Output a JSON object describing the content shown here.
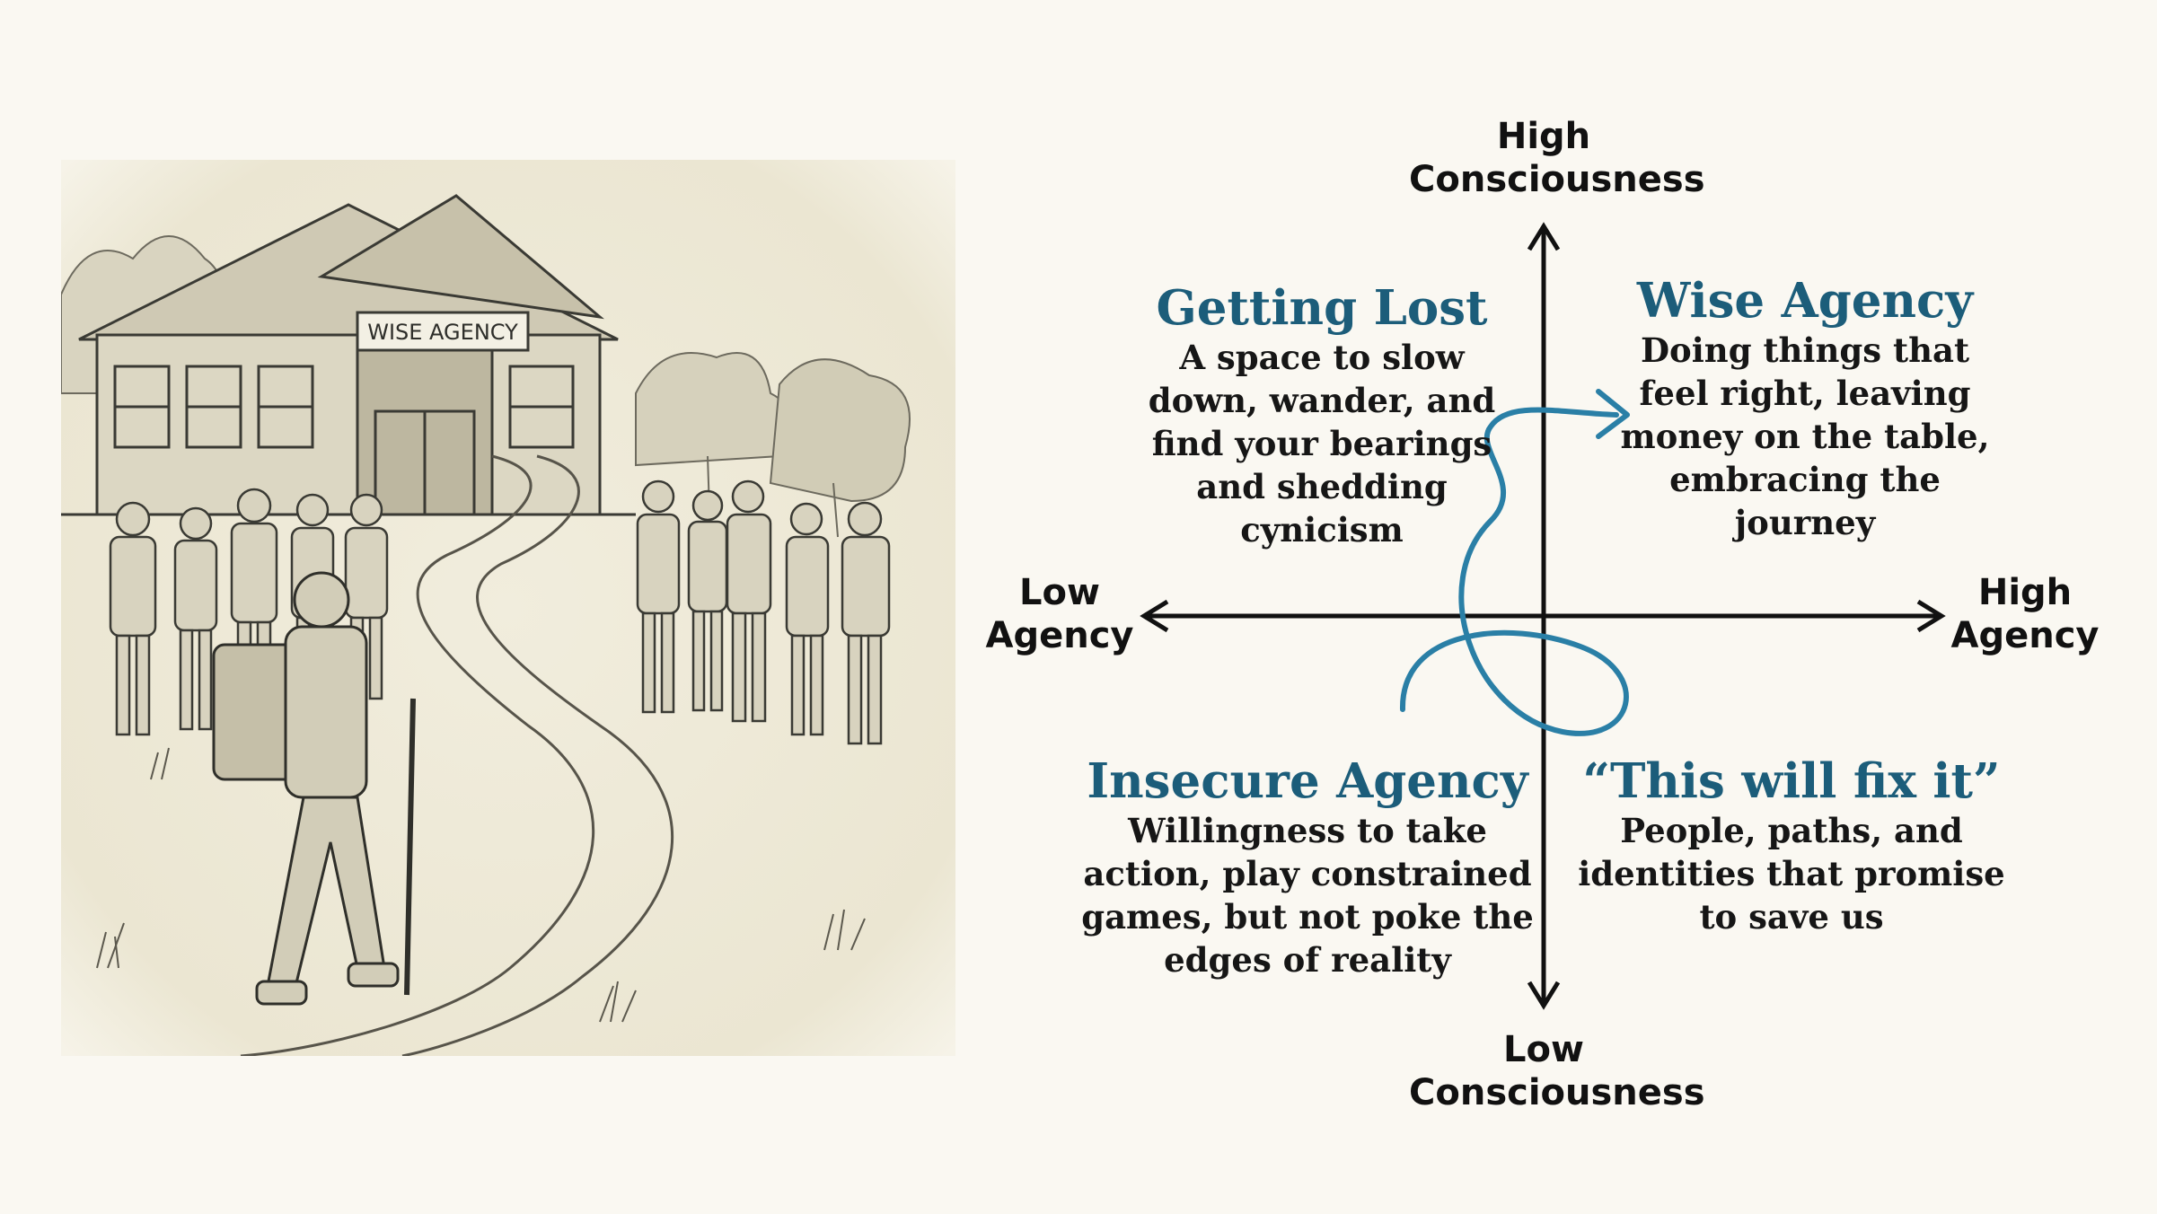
{
  "illustration": {
    "sign_text": "WISE AGENCY"
  },
  "axes": {
    "top": [
      "High",
      "Consciousness"
    ],
    "bottom": [
      "Low",
      "Consciousness"
    ],
    "left": [
      "Low",
      "Agency"
    ],
    "right": [
      "High",
      "Agency"
    ]
  },
  "quadrants": {
    "top_left": {
      "title": "Getting Lost",
      "lines": [
        "A space to slow",
        "down, wander, and",
        "find your bearings",
        "and shedding",
        "cynicism"
      ]
    },
    "top_right": {
      "title": "Wise Agency",
      "lines": [
        "Doing things that",
        "feel right, leaving",
        "money on the table,",
        "embracing the",
        "journey"
      ]
    },
    "bottom_left": {
      "title": "Insecure Agency",
      "lines": [
        "Willingness to take",
        "action, play constrained",
        "games, but not poke the",
        "edges of reality"
      ]
    },
    "bottom_right": {
      "title": "“This will fix it”",
      "lines": [
        "People, paths, and",
        "identities that promise",
        "to save us"
      ]
    }
  },
  "colors": {
    "accent": "#1c5d7a",
    "path": "#2a7fa6",
    "background": "#faf8f2",
    "sketch_paper": "#eeeadb",
    "ink": "#3a3a34"
  }
}
